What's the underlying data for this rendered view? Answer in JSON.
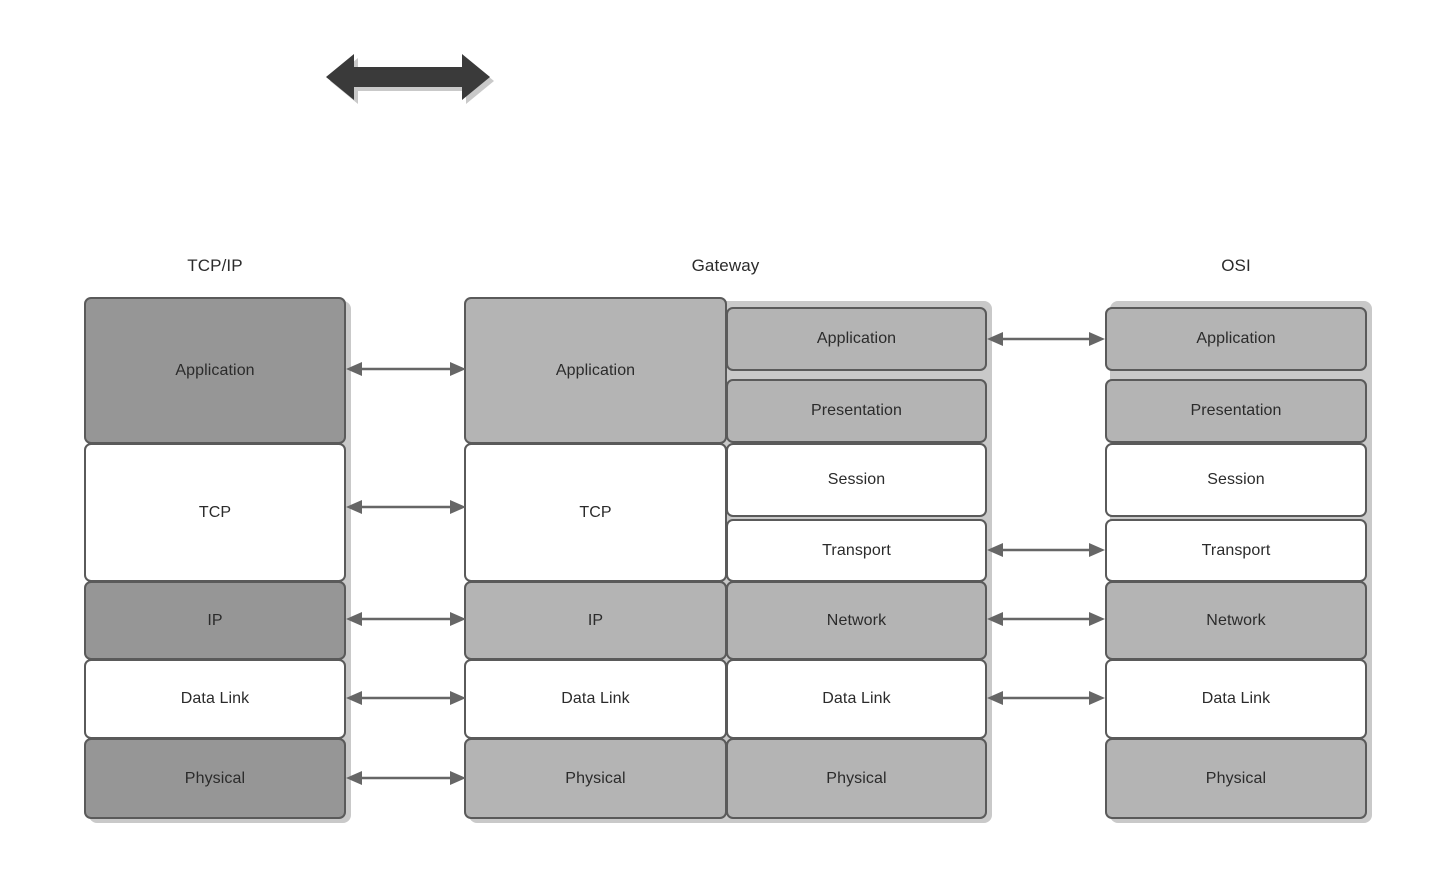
{
  "diagram": {
    "title_bar_arrow": "double-headed-arrow",
    "background": "#ffffff",
    "palette": {
      "gray_dark": "#969696",
      "gray_light": "#b4b4b4",
      "white": "#ffffff",
      "border": "#5a5a5a",
      "text": "#2b2b2b",
      "connector": "#666666",
      "big_arrow_fill": "#3a3a3a",
      "shadow": "#c9c9c9"
    }
  },
  "columns": [
    {
      "id": "tcpip",
      "title": "TCP/IP",
      "layers": [
        {
          "label": "Application",
          "fill": "gray-dark"
        },
        {
          "label": "TCP",
          "fill": "white"
        },
        {
          "label": "IP",
          "fill": "gray-dark"
        },
        {
          "label": "Data Link",
          "fill": "white"
        },
        {
          "label": "Physical",
          "fill": "gray-dark"
        }
      ]
    },
    {
      "id": "gateway-left",
      "title": "Gateway",
      "layers": [
        {
          "label": "Application",
          "fill": "gray-light"
        },
        {
          "label": "TCP",
          "fill": "white"
        },
        {
          "label": "IP",
          "fill": "gray-light"
        },
        {
          "label": "Data Link",
          "fill": "white"
        },
        {
          "label": "Physical",
          "fill": "gray-light"
        }
      ]
    },
    {
      "id": "gateway-right",
      "title": "",
      "layers": [
        {
          "label": "Application",
          "fill": "gray-light"
        },
        {
          "label": "Presentation",
          "fill": "gray-light"
        },
        {
          "label": "Session",
          "fill": "white"
        },
        {
          "label": "Transport",
          "fill": "white"
        },
        {
          "label": "Network",
          "fill": "gray-light"
        },
        {
          "label": "Data Link",
          "fill": "white"
        },
        {
          "label": "Physical",
          "fill": "gray-light"
        }
      ]
    },
    {
      "id": "osi",
      "title": "OSI",
      "layers": [
        {
          "label": "Application",
          "fill": "gray-light"
        },
        {
          "label": "Presentation",
          "fill": "gray-light"
        },
        {
          "label": "Session",
          "fill": "white"
        },
        {
          "label": "Transport",
          "fill": "white"
        },
        {
          "label": "Network",
          "fill": "gray-light"
        },
        {
          "label": "Data Link",
          "fill": "white"
        },
        {
          "label": "Physical",
          "fill": "gray-light"
        }
      ]
    }
  ],
  "connectors": {
    "left_group": [
      {
        "from": "tcpip.Application",
        "to": "gateway-left.Application"
      },
      {
        "from": "tcpip.TCP",
        "to": "gateway-left.TCP"
      },
      {
        "from": "tcpip.IP",
        "to": "gateway-left.IP"
      },
      {
        "from": "tcpip.Data Link",
        "to": "gateway-left.Data Link"
      },
      {
        "from": "tcpip.Physical",
        "to": "gateway-left.Physical"
      }
    ],
    "right_group": [
      {
        "from": "gateway-right.Application",
        "to": "osi.Application"
      },
      {
        "from": "gateway-right.Transport",
        "to": "osi.Transport"
      },
      {
        "from": "gateway-right.Network",
        "to": "osi.Network"
      },
      {
        "from": "gateway-right.Data Link",
        "to": "osi.Data Link"
      }
    ]
  }
}
